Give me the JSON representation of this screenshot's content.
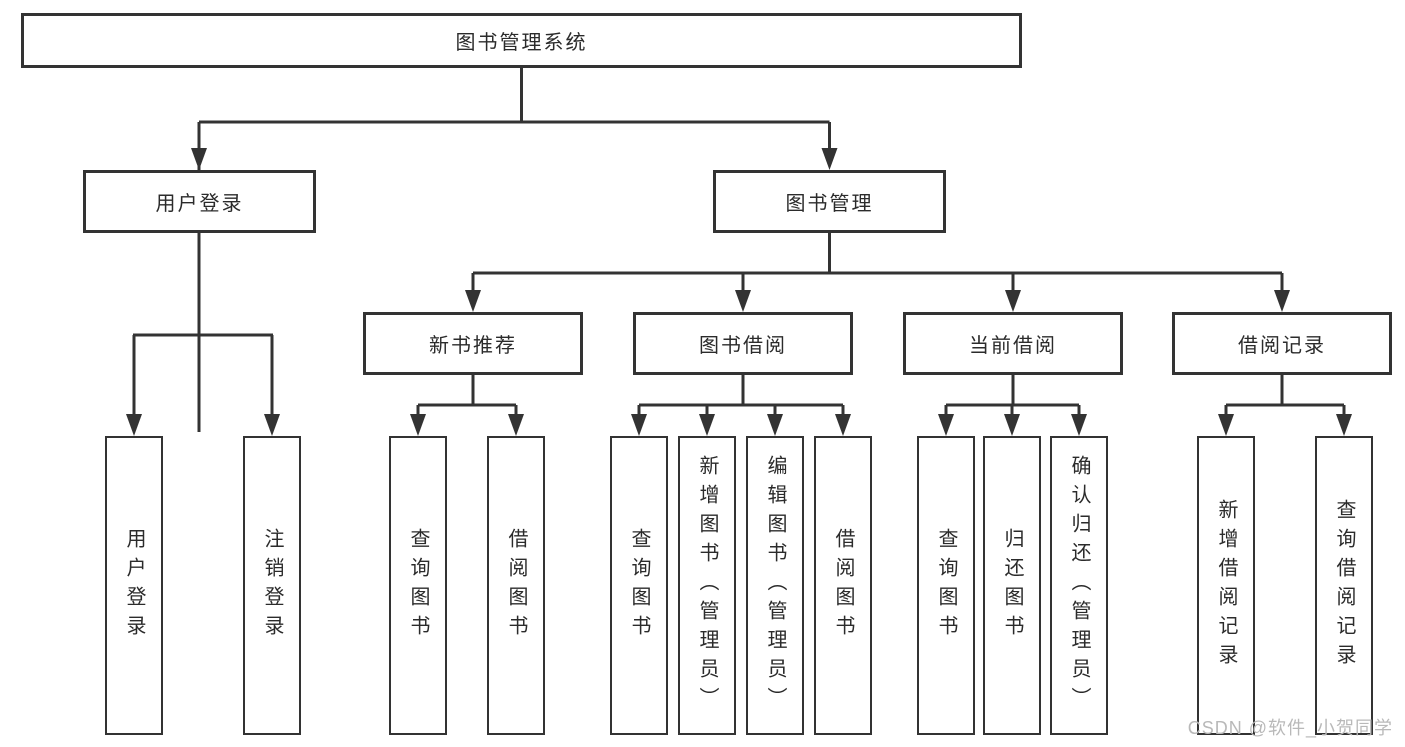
{
  "tree": {
    "label": "图书管理系统",
    "children": [
      {
        "label": "用户登录",
        "children": [
          {
            "label": "用户登录"
          },
          {
            "label": "注销登录"
          }
        ]
      },
      {
        "label": "图书管理",
        "children": [
          {
            "label": "新书推荐",
            "children": [
              {
                "label": "查询图书"
              },
              {
                "label": "借阅图书"
              }
            ]
          },
          {
            "label": "图书借阅",
            "children": [
              {
                "label": "查询图书"
              },
              {
                "label": "新增图书（管理员）"
              },
              {
                "label": "编辑图书（管理员）"
              },
              {
                "label": "借阅图书"
              }
            ]
          },
          {
            "label": "当前借阅",
            "children": [
              {
                "label": "查询图书"
              },
              {
                "label": "归还图书"
              },
              {
                "label": "确认归还（管理员）"
              }
            ]
          },
          {
            "label": "借阅记录",
            "children": [
              {
                "label": "新增借阅记录"
              },
              {
                "label": "查询借阅记录"
              }
            ]
          }
        ]
      }
    ]
  },
  "watermark": "CSDN @软件_小贺同学",
  "colors": {
    "line": "#333333",
    "box_border": "#333333",
    "text": "#2b2b2b",
    "watermark": "#b9b9b9",
    "background": "#ffffff"
  }
}
